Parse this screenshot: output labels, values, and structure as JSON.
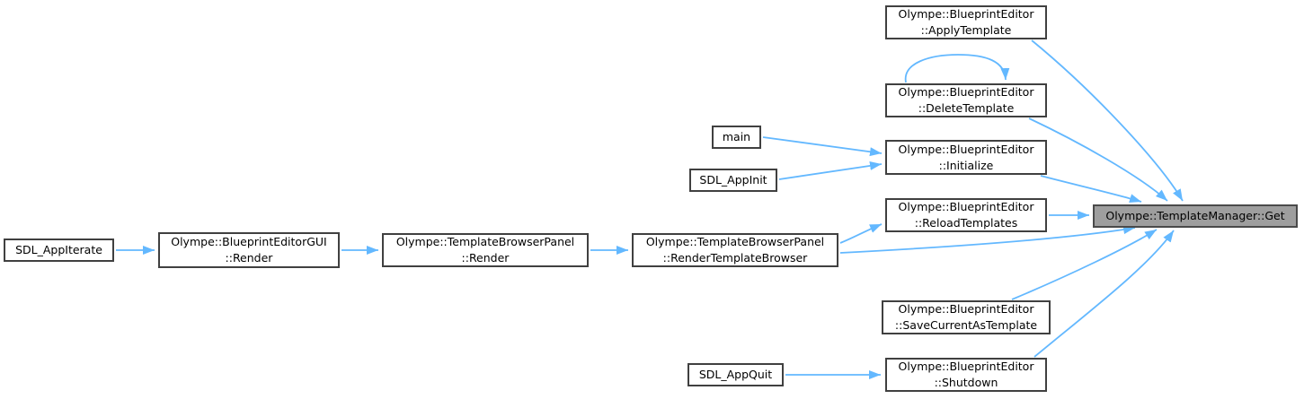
{
  "diagram": {
    "type": "call-graph",
    "focus_node": "Olympe::TemplateManager::Get",
    "colors": {
      "background": "#ffffff",
      "edge": "#63b8ff",
      "node_fill": "#ffffff",
      "node_border": "#404040",
      "focus_fill": "#9e9e9e",
      "text": "#000000"
    }
  },
  "nodes": [
    {
      "id": "sdl-appiterate",
      "label": "SDL_AppIterate"
    },
    {
      "id": "gui-render",
      "label": "Olympe::BlueprintEditorGUI\n::Render"
    },
    {
      "id": "panel-render",
      "label": "Olympe::TemplateBrowserPanel\n::Render"
    },
    {
      "id": "render-template-browser",
      "label": "Olympe::TemplateBrowserPanel\n::RenderTemplateBrowser"
    },
    {
      "id": "apply-template",
      "label": "Olympe::BlueprintEditor\n::ApplyTemplate"
    },
    {
      "id": "delete-template",
      "label": "Olympe::BlueprintEditor\n::DeleteTemplate"
    },
    {
      "id": "main",
      "label": "main"
    },
    {
      "id": "sdl-appinit",
      "label": "SDL_AppInit"
    },
    {
      "id": "initialize",
      "label": "Olympe::BlueprintEditor\n::Initialize"
    },
    {
      "id": "reload-templates",
      "label": "Olympe::BlueprintEditor\n::ReloadTemplates"
    },
    {
      "id": "get",
      "label": "Olympe::TemplateManager::Get",
      "highlight": true
    },
    {
      "id": "save-current",
      "label": "Olympe::BlueprintEditor\n::SaveCurrentAsTemplate"
    },
    {
      "id": "sdl-appquit",
      "label": "SDL_AppQuit"
    },
    {
      "id": "shutdown",
      "label": "Olympe::BlueprintEditor\n::Shutdown"
    }
  ],
  "edges": [
    {
      "from": "SDL_AppIterate",
      "to": "Olympe::BlueprintEditorGUI::Render"
    },
    {
      "from": "Olympe::BlueprintEditorGUI::Render",
      "to": "Olympe::TemplateBrowserPanel::Render"
    },
    {
      "from": "Olympe::TemplateBrowserPanel::Render",
      "to": "Olympe::TemplateBrowserPanel::RenderTemplateBrowser"
    },
    {
      "from": "Olympe::TemplateBrowserPanel::RenderTemplateBrowser",
      "to": "Olympe::BlueprintEditor::ReloadTemplates"
    },
    {
      "from": "Olympe::TemplateBrowserPanel::RenderTemplateBrowser",
      "to": "Olympe::TemplateManager::Get"
    },
    {
      "from": "main",
      "to": "Olympe::BlueprintEditor::Initialize"
    },
    {
      "from": "SDL_AppInit",
      "to": "Olympe::BlueprintEditor::Initialize"
    },
    {
      "from": "Olympe::BlueprintEditor::ReloadTemplates",
      "to": "Olympe::TemplateManager::Get"
    },
    {
      "from": "Olympe::BlueprintEditor::Initialize",
      "to": "Olympe::TemplateManager::Get"
    },
    {
      "from": "Olympe::BlueprintEditor::DeleteTemplate",
      "to": "Olympe::TemplateManager::Get"
    },
    {
      "from": "Olympe::BlueprintEditor::DeleteTemplate",
      "to": "Olympe::BlueprintEditor::DeleteTemplate"
    },
    {
      "from": "Olympe::BlueprintEditor::ApplyTemplate",
      "to": "Olympe::TemplateManager::Get"
    },
    {
      "from": "Olympe::BlueprintEditor::SaveCurrentAsTemplate",
      "to": "Olympe::TemplateManager::Get"
    },
    {
      "from": "Olympe::BlueprintEditor::Shutdown",
      "to": "Olympe::TemplateManager::Get"
    },
    {
      "from": "SDL_AppQuit",
      "to": "Olympe::BlueprintEditor::Shutdown"
    }
  ]
}
